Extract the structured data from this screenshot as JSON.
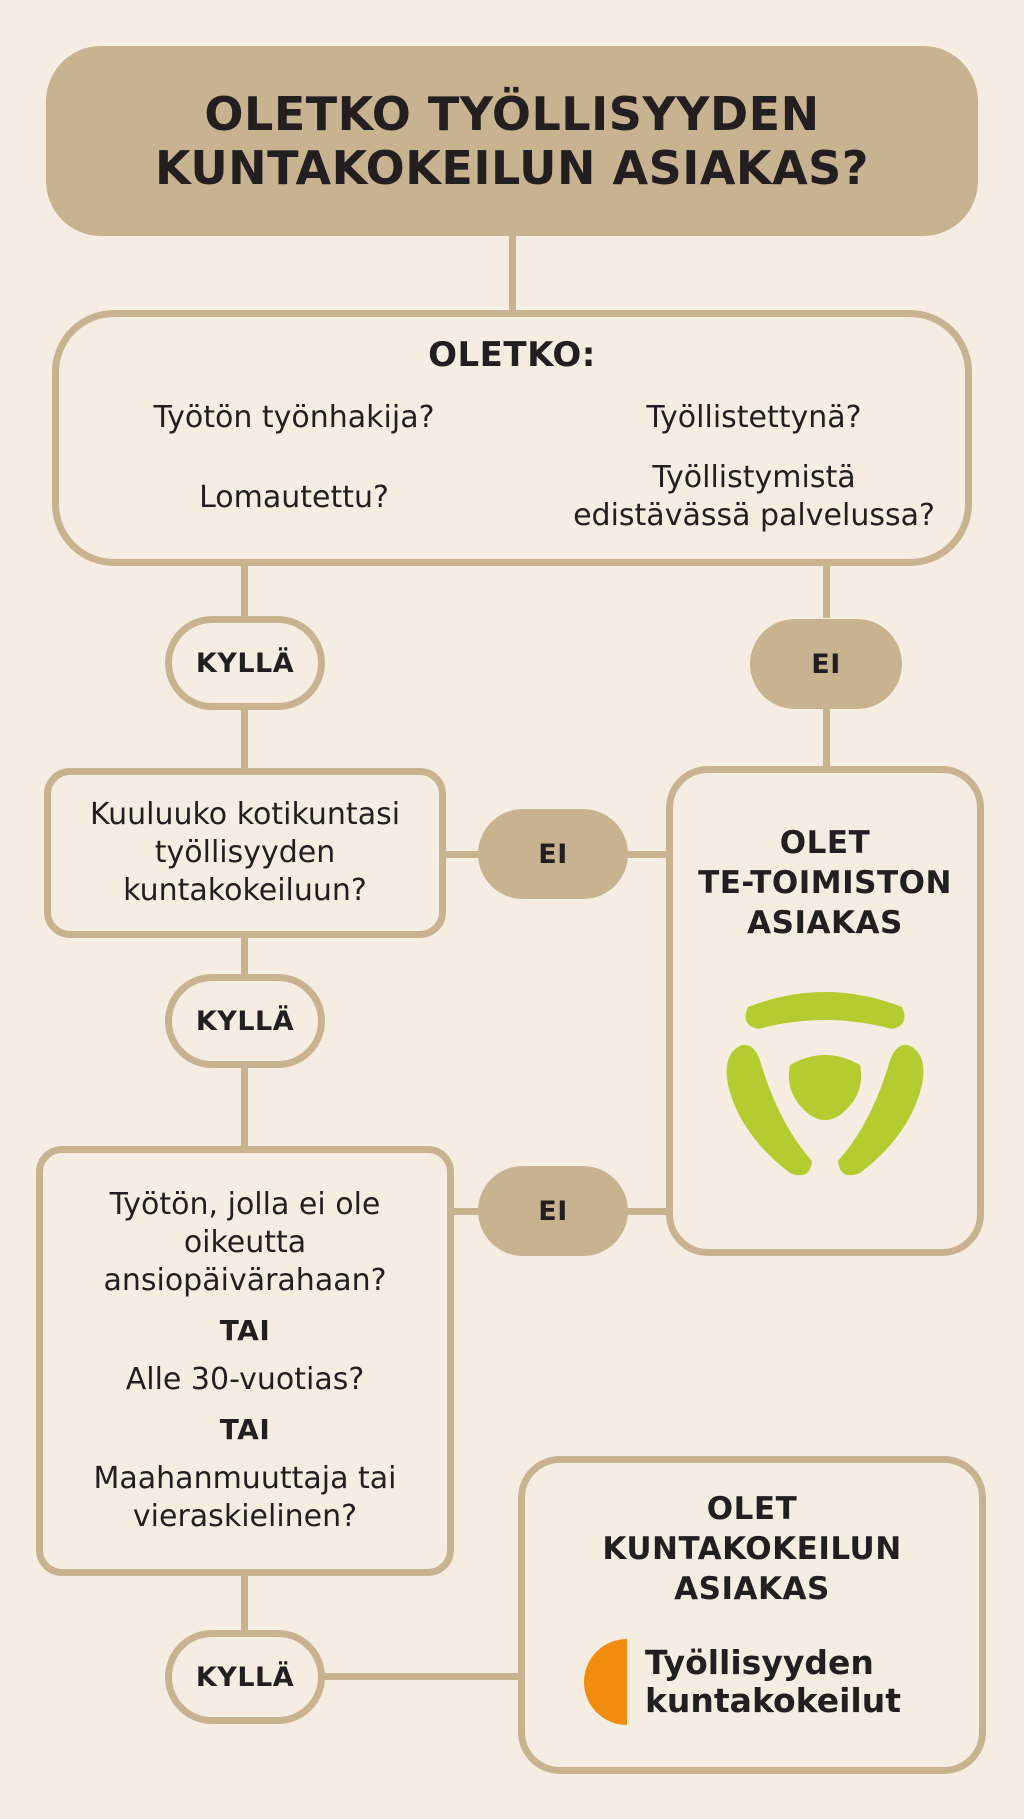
{
  "title": {
    "line1": "OLETKO TYÖLLISYYDEN",
    "line2": "KUNTAKOKEILUN ASIAKAS?"
  },
  "oletko": {
    "heading": "OLETKO:",
    "q1": "Työtön työnhakija?",
    "q2": "Työllistettynä?",
    "q3": "Lomautettu?",
    "q4_line1": "Työllistymistä",
    "q4_line2": "edistävässä palvelussa?"
  },
  "kotikunta": {
    "line1": "Kuuluuko kotikuntasi",
    "line2": "työllisyyden",
    "line3": "kuntakokeiluun?"
  },
  "criteria": {
    "c1_line1": "Työtön, jolla ei ole",
    "c1_line2": "oikeutta",
    "c1_line3": "ansiopäivärahaan?",
    "or1": "TAI",
    "c2": "Alle 30-vuotias?",
    "or2": "TAI",
    "c3_line1": "Maahanmuuttaja tai",
    "c3_line2": "vieraskielinen?"
  },
  "answers": {
    "yes1": "KYLLÄ",
    "yes2": "KYLLÄ",
    "yes3": "KYLLÄ",
    "no1": "EI",
    "no2": "EI",
    "no3": "EI"
  },
  "te_result": {
    "line1": "OLET",
    "line2": "TE-TOIMISTON",
    "line3": "ASIAKAS"
  },
  "kunta_result": {
    "line1": "OLET",
    "line2": "KUNTAKOKEILUN",
    "line3": "ASIAKAS",
    "logo_line1": "Työllisyyden",
    "logo_line2": "kuntakokeilut"
  },
  "colors": {
    "background": "#f5ede1",
    "tan": "#c8b391",
    "green": "#b4cc2f",
    "orange": "#f28c0f",
    "text": "#231f20"
  },
  "icons": {
    "te_logo": "te-toimisto-logo-icon",
    "kunta_logo": "orange-half-circle-icon"
  }
}
